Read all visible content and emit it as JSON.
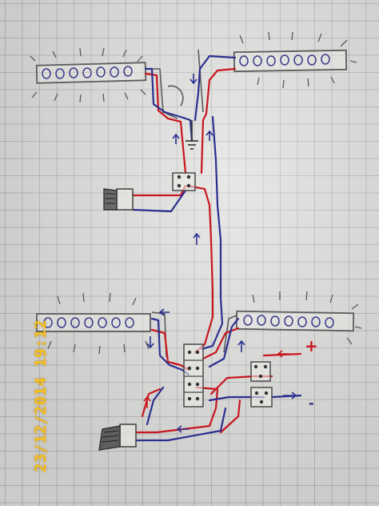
{
  "photo": {
    "timestamp": "23/12/2014 19:12"
  },
  "diagram": {
    "power_labels": {
      "positive": "+",
      "negative": "-"
    },
    "wire_colors": {
      "positive": "#c8161e",
      "negative": "#2b2f8f"
    },
    "components": [
      "led-strip-top-left",
      "led-strip-top-right",
      "led-strip-bottom-left",
      "led-strip-bottom-right",
      "terminal-block-upper",
      "terminal-block-lower",
      "switch-upper",
      "switch-lower",
      "power-input-terminals"
    ]
  }
}
